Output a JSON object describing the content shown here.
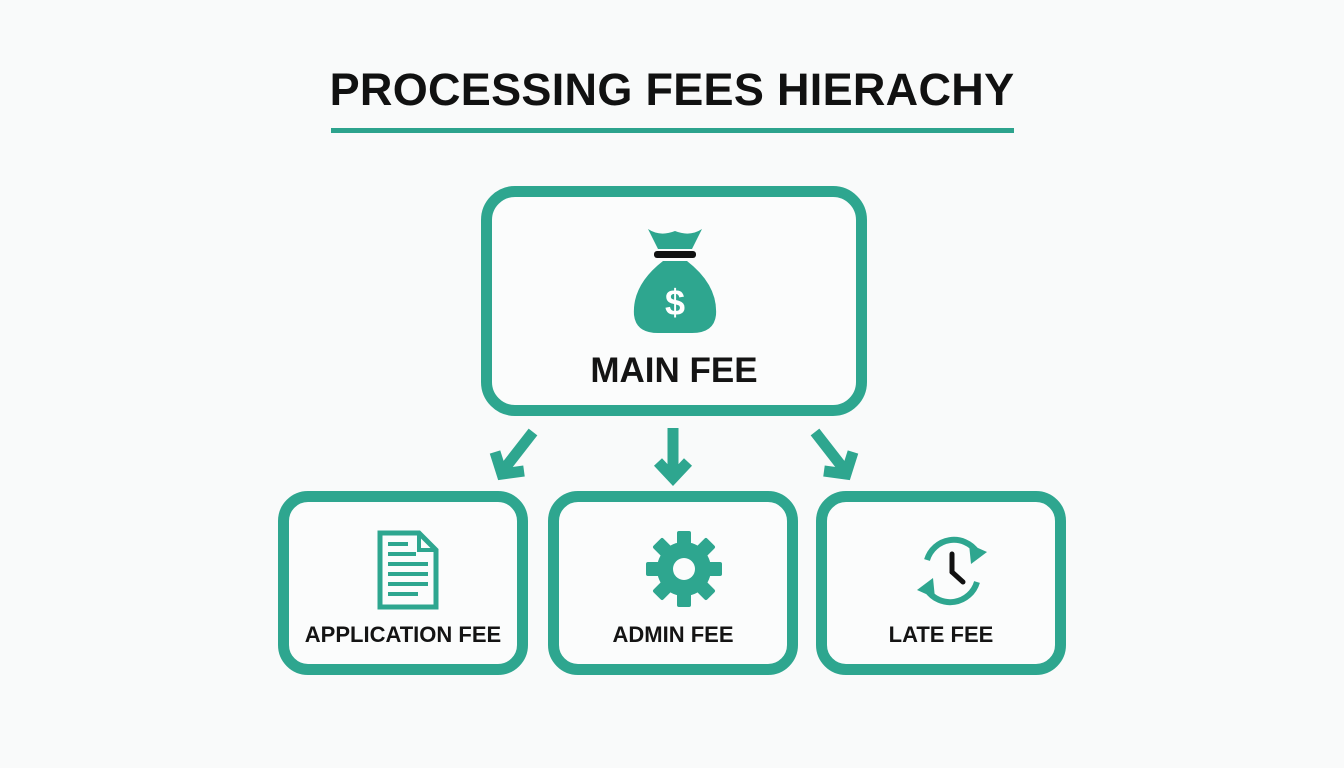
{
  "title": "PROCESSING FEES HIERACHY",
  "colors": {
    "accent": "#2ea68f",
    "text": "#111111",
    "background": "#f9fafa"
  },
  "main_node": {
    "label": "MAIN FEE",
    "icon": "money-bag-dollar-icon"
  },
  "child_nodes": [
    {
      "label": "APPLICATION FEE",
      "icon": "document-icon"
    },
    {
      "label": "ADMIN FEE",
      "icon": "gear-icon"
    },
    {
      "label": "LATE FEE",
      "icon": "clock-refresh-icon"
    }
  ]
}
